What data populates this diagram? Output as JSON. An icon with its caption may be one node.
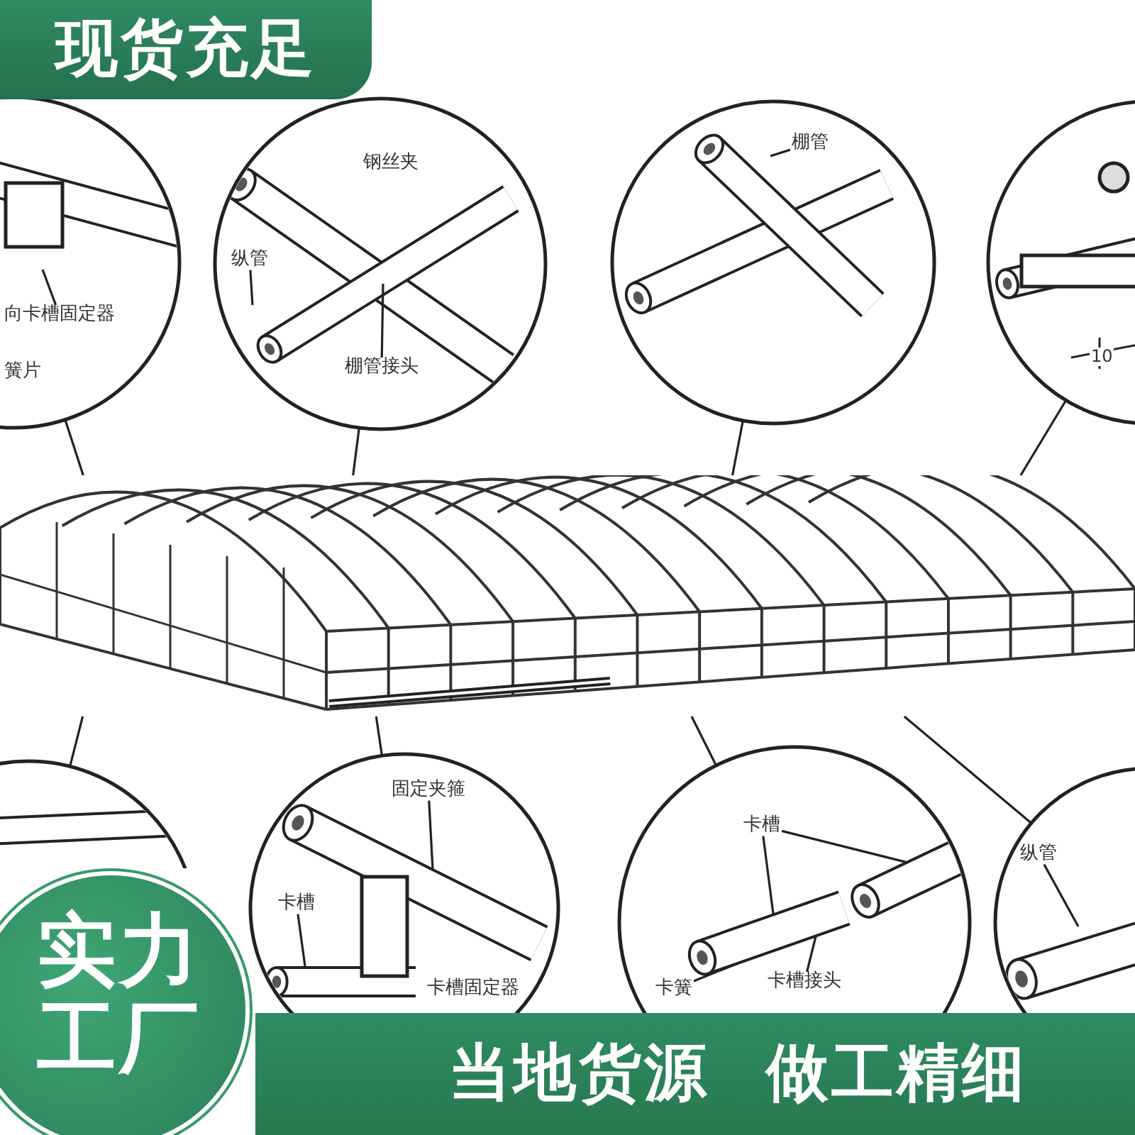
{
  "diagram": {
    "nodes": [
      {
        "text": [
          "现货充足"
        ]
      },
      {
        "text": [],
        "shape": "picture"
      },
      {
        "text": [],
        "shape": "circle"
      },
      {
        "text": [
          "向卡槽固定器"
        ],
        "in": 2
      },
      {
        "text": [
          "簧片"
        ],
        "in": 2
      },
      {
        "text": [],
        "shape": "circle"
      },
      {
        "text": [
          "钢丝夹"
        ],
        "in": 5
      },
      {
        "text": [
          "纵管"
        ],
        "in": 5
      },
      {
        "text": [
          "棚管接头"
        ],
        "in": 5
      },
      {
        "text": [],
        "shape": "circle"
      },
      {
        "text": [
          "棚管"
        ],
        "in": 9
      },
      {
        "text": [],
        "shape": "circle"
      },
      {
        "text": [],
        "shape": "circle"
      },
      {
        "text": [],
        "shape": "circle"
      },
      {
        "text": [
          "固定夹箍"
        ],
        "in": 13
      },
      {
        "text": [
          "卡槽"
        ],
        "in": 13
      },
      {
        "text": [
          "卡槽固定器"
        ],
        "in": 13
      },
      {
        "text": [],
        "shape": "circle"
      },
      {
        "text": [
          "卡槽"
        ],
        "in": 17
      },
      {
        "text": [
          "卡簧"
        ],
        "in": 17
      },
      {
        "text": [
          "卡槽接头"
        ],
        "in": 17
      },
      {
        "text": [],
        "shape": "circle"
      },
      {
        "text": [
          "纵管"
        ],
        "in": 21
      },
      {
        "text": [
          "实力工厂"
        ]
      },
      {
        "text": [
          "当地货源",
          "做工精细"
        ]
      }
    ],
    "edges": [
      {
        "from": 2,
        "to": 1,
        "arrow": "none"
      },
      {
        "from": 5,
        "to": 1,
        "arrow": "none"
      },
      {
        "from": 9,
        "to": 1,
        "arrow": "none"
      },
      {
        "from": 11,
        "to": 1,
        "arrow": "none"
      },
      {
        "from": 12,
        "to": 1,
        "arrow": "none"
      },
      {
        "from": 13,
        "to": 1,
        "arrow": "none"
      },
      {
        "from": 17,
        "to": 1,
        "arrow": "none"
      },
      {
        "from": 21,
        "to": 1,
        "arrow": "none"
      },
      {
        "from": 3,
        "to": null,
        "arrow": "none"
      },
      {
        "from": 7,
        "to": null,
        "arrow": "none"
      },
      {
        "from": 8,
        "to": null,
        "arrow": "none"
      },
      {
        "from": 10,
        "to": null,
        "arrow": "none"
      },
      {
        "from": 14,
        "to": null,
        "arrow": "none"
      },
      {
        "from": 15,
        "to": null,
        "arrow": "none"
      },
      {
        "from": 18,
        "to": null,
        "arrow": "none"
      },
      {
        "from": 18,
        "to": null,
        "arrow": "none"
      },
      {
        "from": 19,
        "to": null,
        "arrow": "none"
      },
      {
        "from": 20,
        "to": null,
        "arrow": "none"
      },
      {
        "from": 22,
        "to": null,
        "arrow": "none"
      }
    ],
    "labels": [
      "10"
    ]
  }
}
